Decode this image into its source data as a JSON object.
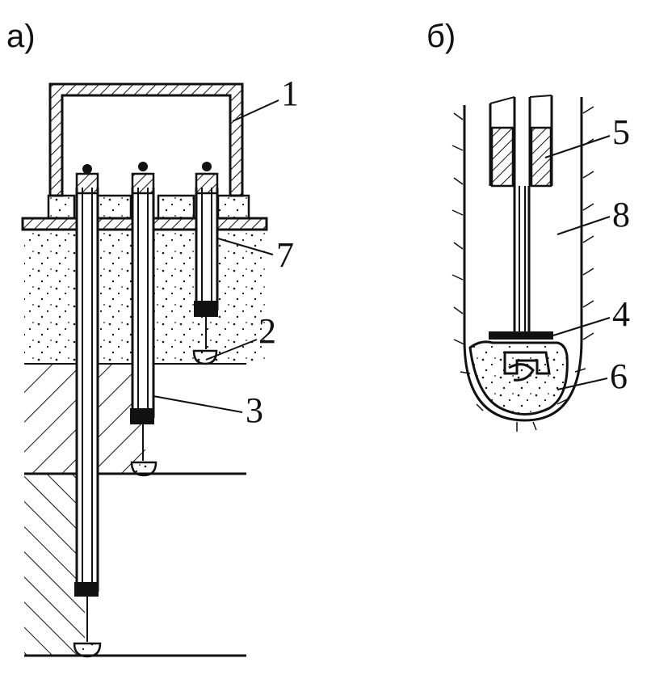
{
  "panels": {
    "a": "а)",
    "b": "б)"
  },
  "callouts": {
    "c1": "1",
    "c2": "2",
    "c3": "3",
    "c4": "4",
    "c5": "5",
    "c6": "6",
    "c7": "7",
    "c8": "8"
  },
  "colors": {
    "ink": "#111111",
    "paper": "#ffffff"
  }
}
